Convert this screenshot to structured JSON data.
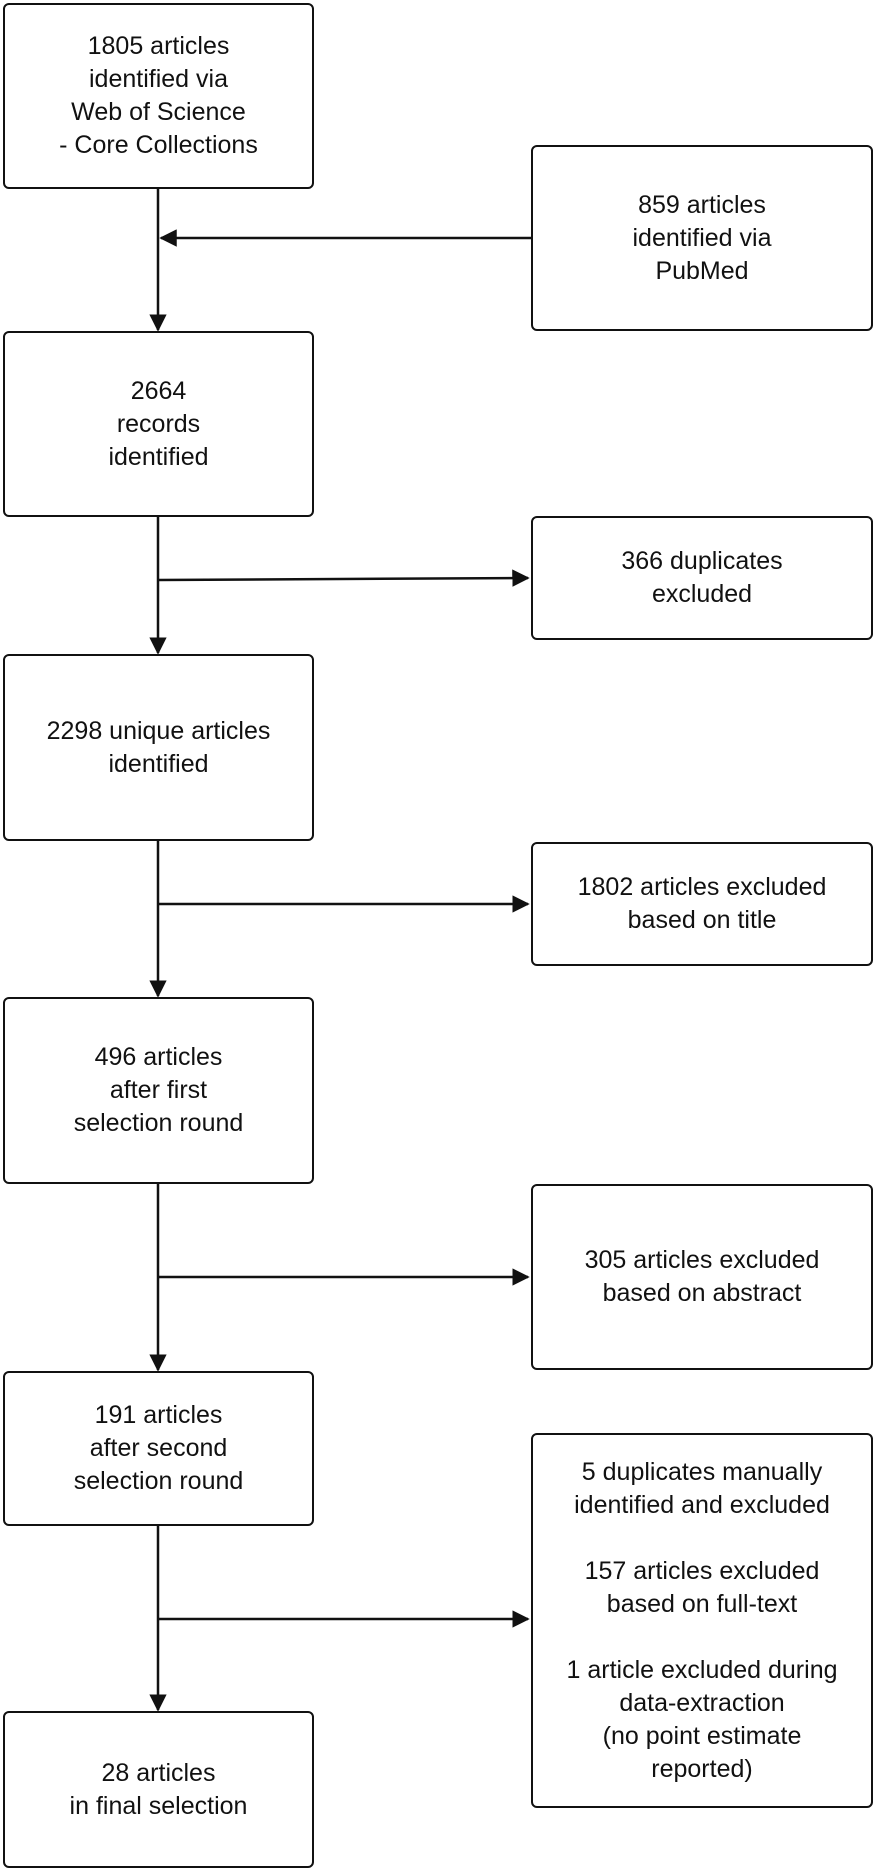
{
  "boxes": {
    "wos": [
      "1805 articles",
      "identified via",
      "Web of Science",
      "- Core Collections"
    ],
    "pubmed": [
      "859 articles",
      "identified via",
      "PubMed"
    ],
    "records": [
      "2664",
      "records",
      "identified"
    ],
    "duplicates": [
      "366 duplicates",
      "excluded"
    ],
    "unique": [
      "2298 unique articles",
      "identified"
    ],
    "title_excluded": [
      "1802 articles excluded",
      "based on title"
    ],
    "first_round": [
      "496 articles",
      "after first",
      "selection round"
    ],
    "abstract_excluded": [
      "305 articles excluded",
      "based on abstract"
    ],
    "second_round": [
      "191 articles",
      "after second",
      "selection round"
    ],
    "final_exclusions": [
      [
        "5 duplicates manually",
        "identified and excluded"
      ],
      [
        "157 articles excluded",
        "based on full-text"
      ],
      [
        "1 article excluded during",
        "data-extraction",
        "(no point estimate",
        "reported)"
      ]
    ],
    "final": [
      "28 articles",
      "in final selection"
    ]
  }
}
